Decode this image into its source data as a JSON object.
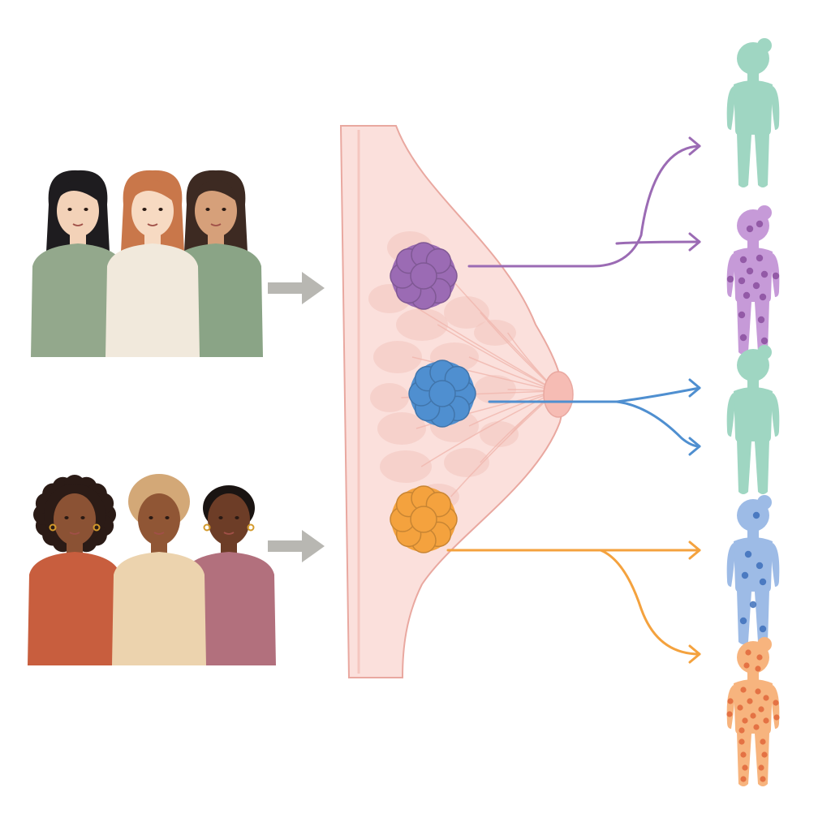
{
  "colors": {
    "background": "#ffffff",
    "arrow_gray": "#b8b7b2",
    "breast_fill": "#fbe0dc",
    "breast_outline": "#e9a8a0",
    "lobule": "#f3c4bd",
    "nipple": "#f6bcb4",
    "purple": "#9b6bb4",
    "blue": "#4f8fd0",
    "orange": "#f4a23e",
    "mint_body": "#9fd6c2",
    "purple_body": "#c69ad8",
    "blue_body": "#9dbbe6",
    "orange_body": "#f7b47e",
    "dots_purple": "#8a4f9f",
    "dots_blue": "#3d6fba",
    "dots_orange": "#e0663a"
  },
  "groups": [
    {
      "id": "group-top",
      "people": [
        {
          "hair": "#1e1c1f",
          "skin": "#f3d2b8",
          "shirt": "#93a88c",
          "style": "long"
        },
        {
          "hair": "#c9774a",
          "skin": "#f7dac2",
          "shirt": "#f1e9dc",
          "style": "long"
        },
        {
          "hair": "#3d2a22",
          "skin": "#d6a07a",
          "shirt": "#8aa486",
          "style": "long"
        }
      ]
    },
    {
      "id": "group-bottom",
      "people": [
        {
          "hair": "#2b1b16",
          "skin": "#8b5234",
          "shirt": "#c85e3e",
          "style": "curly"
        },
        {
          "hair": "#d3a877",
          "skin": "#905635",
          "shirt": "#ecd3ae",
          "style": "wrap"
        },
        {
          "hair": "#1a1412",
          "skin": "#6d3d27",
          "shirt": "#b2707d",
          "style": "short"
        }
      ]
    }
  ],
  "tumors": [
    {
      "name": "tumor-purple",
      "color": "purple"
    },
    {
      "name": "tumor-blue",
      "color": "blue"
    },
    {
      "name": "tumor-orange",
      "color": "orange"
    }
  ],
  "outcomes": [
    {
      "name": "child-mint-1",
      "body": "mint_body",
      "dots": ""
    },
    {
      "name": "child-purple-spotted",
      "body": "purple_body",
      "dots": "dots_purple",
      "density": "medium"
    },
    {
      "name": "child-mint-2",
      "body": "mint_body",
      "dots": ""
    },
    {
      "name": "child-blue-spotted",
      "body": "blue_body",
      "dots": "dots_blue",
      "density": "light"
    },
    {
      "name": "child-orange-spotted",
      "body": "orange_body",
      "dots": "dots_orange",
      "density": "heavy"
    }
  ]
}
